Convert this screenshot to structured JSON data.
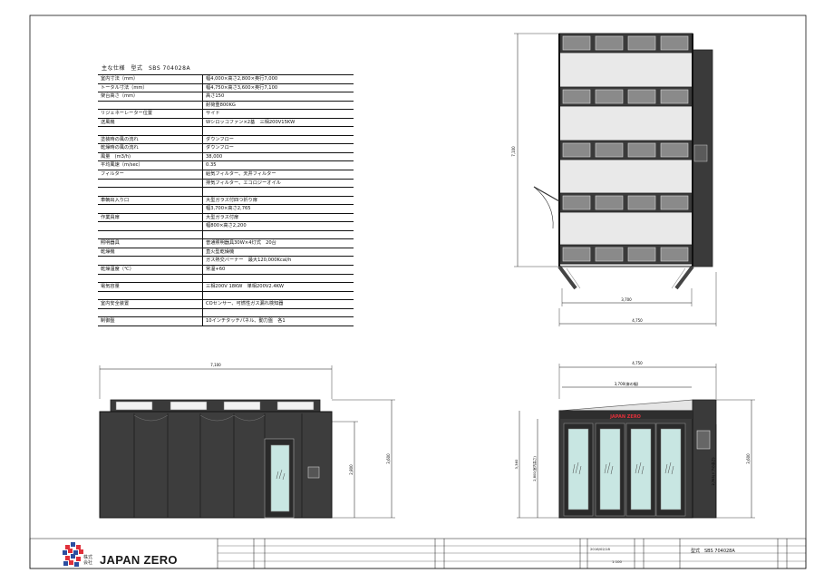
{
  "spec": {
    "title": "主な仕様　型式　SBS 704028A",
    "rows": [
      [
        "室内寸法（mm）",
        "幅4,000×高さ2,800×奥行7,000"
      ],
      [
        "トータル寸法（mm）",
        "幅4,750×高さ3,600×奥行7,100"
      ],
      [
        "架台高さ（mm）",
        "高さ150"
      ],
      [
        "",
        "耐荷重800KG"
      ],
      [
        "リジェネーレーター位置",
        "サイド"
      ],
      [
        "送風機",
        "Wシロッコファン×2基　三相200V15KW"
      ],
      [
        "",
        ""
      ],
      [
        "塗装時の風の流れ",
        "ダウンフロー"
      ],
      [
        "乾燥時の風の流れ",
        "ダウンフロー"
      ],
      [
        "風量　(m3/h)",
        "38,000"
      ],
      [
        "平均風速（m/sec）",
        "0.35"
      ],
      [
        "フィルター",
        "給気フィルター、天井フィルター"
      ],
      [
        "",
        "排気フィルター、エコロジーオイル"
      ],
      [
        "",
        ""
      ],
      [
        "車輌出入り口",
        "大型ガラス付四つ折り扉"
      ],
      [
        "",
        "幅3,700×高さ2,765"
      ],
      [
        "作業員扉",
        "大型ガラス付扉"
      ],
      [
        "",
        "幅800×高さ2,200"
      ],
      [
        "",
        ""
      ],
      [
        "照明器具",
        "普通照明器具30W×4灯式　20台"
      ],
      [
        "乾燥機",
        "直火型乾燥機"
      ],
      [
        "",
        "ガス熱交バーナー　最大120,000Kcal/h"
      ],
      [
        "乾燥温度（℃）",
        "常温+60"
      ],
      [
        "",
        ""
      ],
      [
        "電気容量",
        "三相200V 18KW　単相200V2.4KW"
      ],
      [
        "",
        ""
      ],
      [
        "室内安全装置",
        "COセンサー、可燃性ガス漏れ検知器"
      ],
      [
        "",
        ""
      ],
      [
        "制御盤",
        "10インチタッチパネル、動力盤　各1"
      ]
    ]
  },
  "plan": {
    "depth": "7,100",
    "inner_width": "3,700",
    "total_width": "4,750"
  },
  "side": {
    "length": "7,100",
    "h_inner": "2,800",
    "h_total": "3,600"
  },
  "front": {
    "total_width": "4,750",
    "door_width": "3,700(扉の幅)",
    "h_dim1": "3,360",
    "h_dim2": "2,800(室内高さ)",
    "h_dim3": "2,765(ドアの高さ)",
    "h_total": "3,600",
    "signage": "JAPAN ZERO"
  },
  "title_block": {
    "company": "JAPAN ZERO",
    "kabushiki": "株式\n会社",
    "date": "2016/02/18",
    "scale": "1:100",
    "model": "型式　SBS 704028A"
  },
  "colors": {
    "booth": "#3a3a3a",
    "glass": "#c8e6e2",
    "panel": "#e8e8e8",
    "logo_red": "#e0303a",
    "logo_blue": "#2c4ea0"
  }
}
